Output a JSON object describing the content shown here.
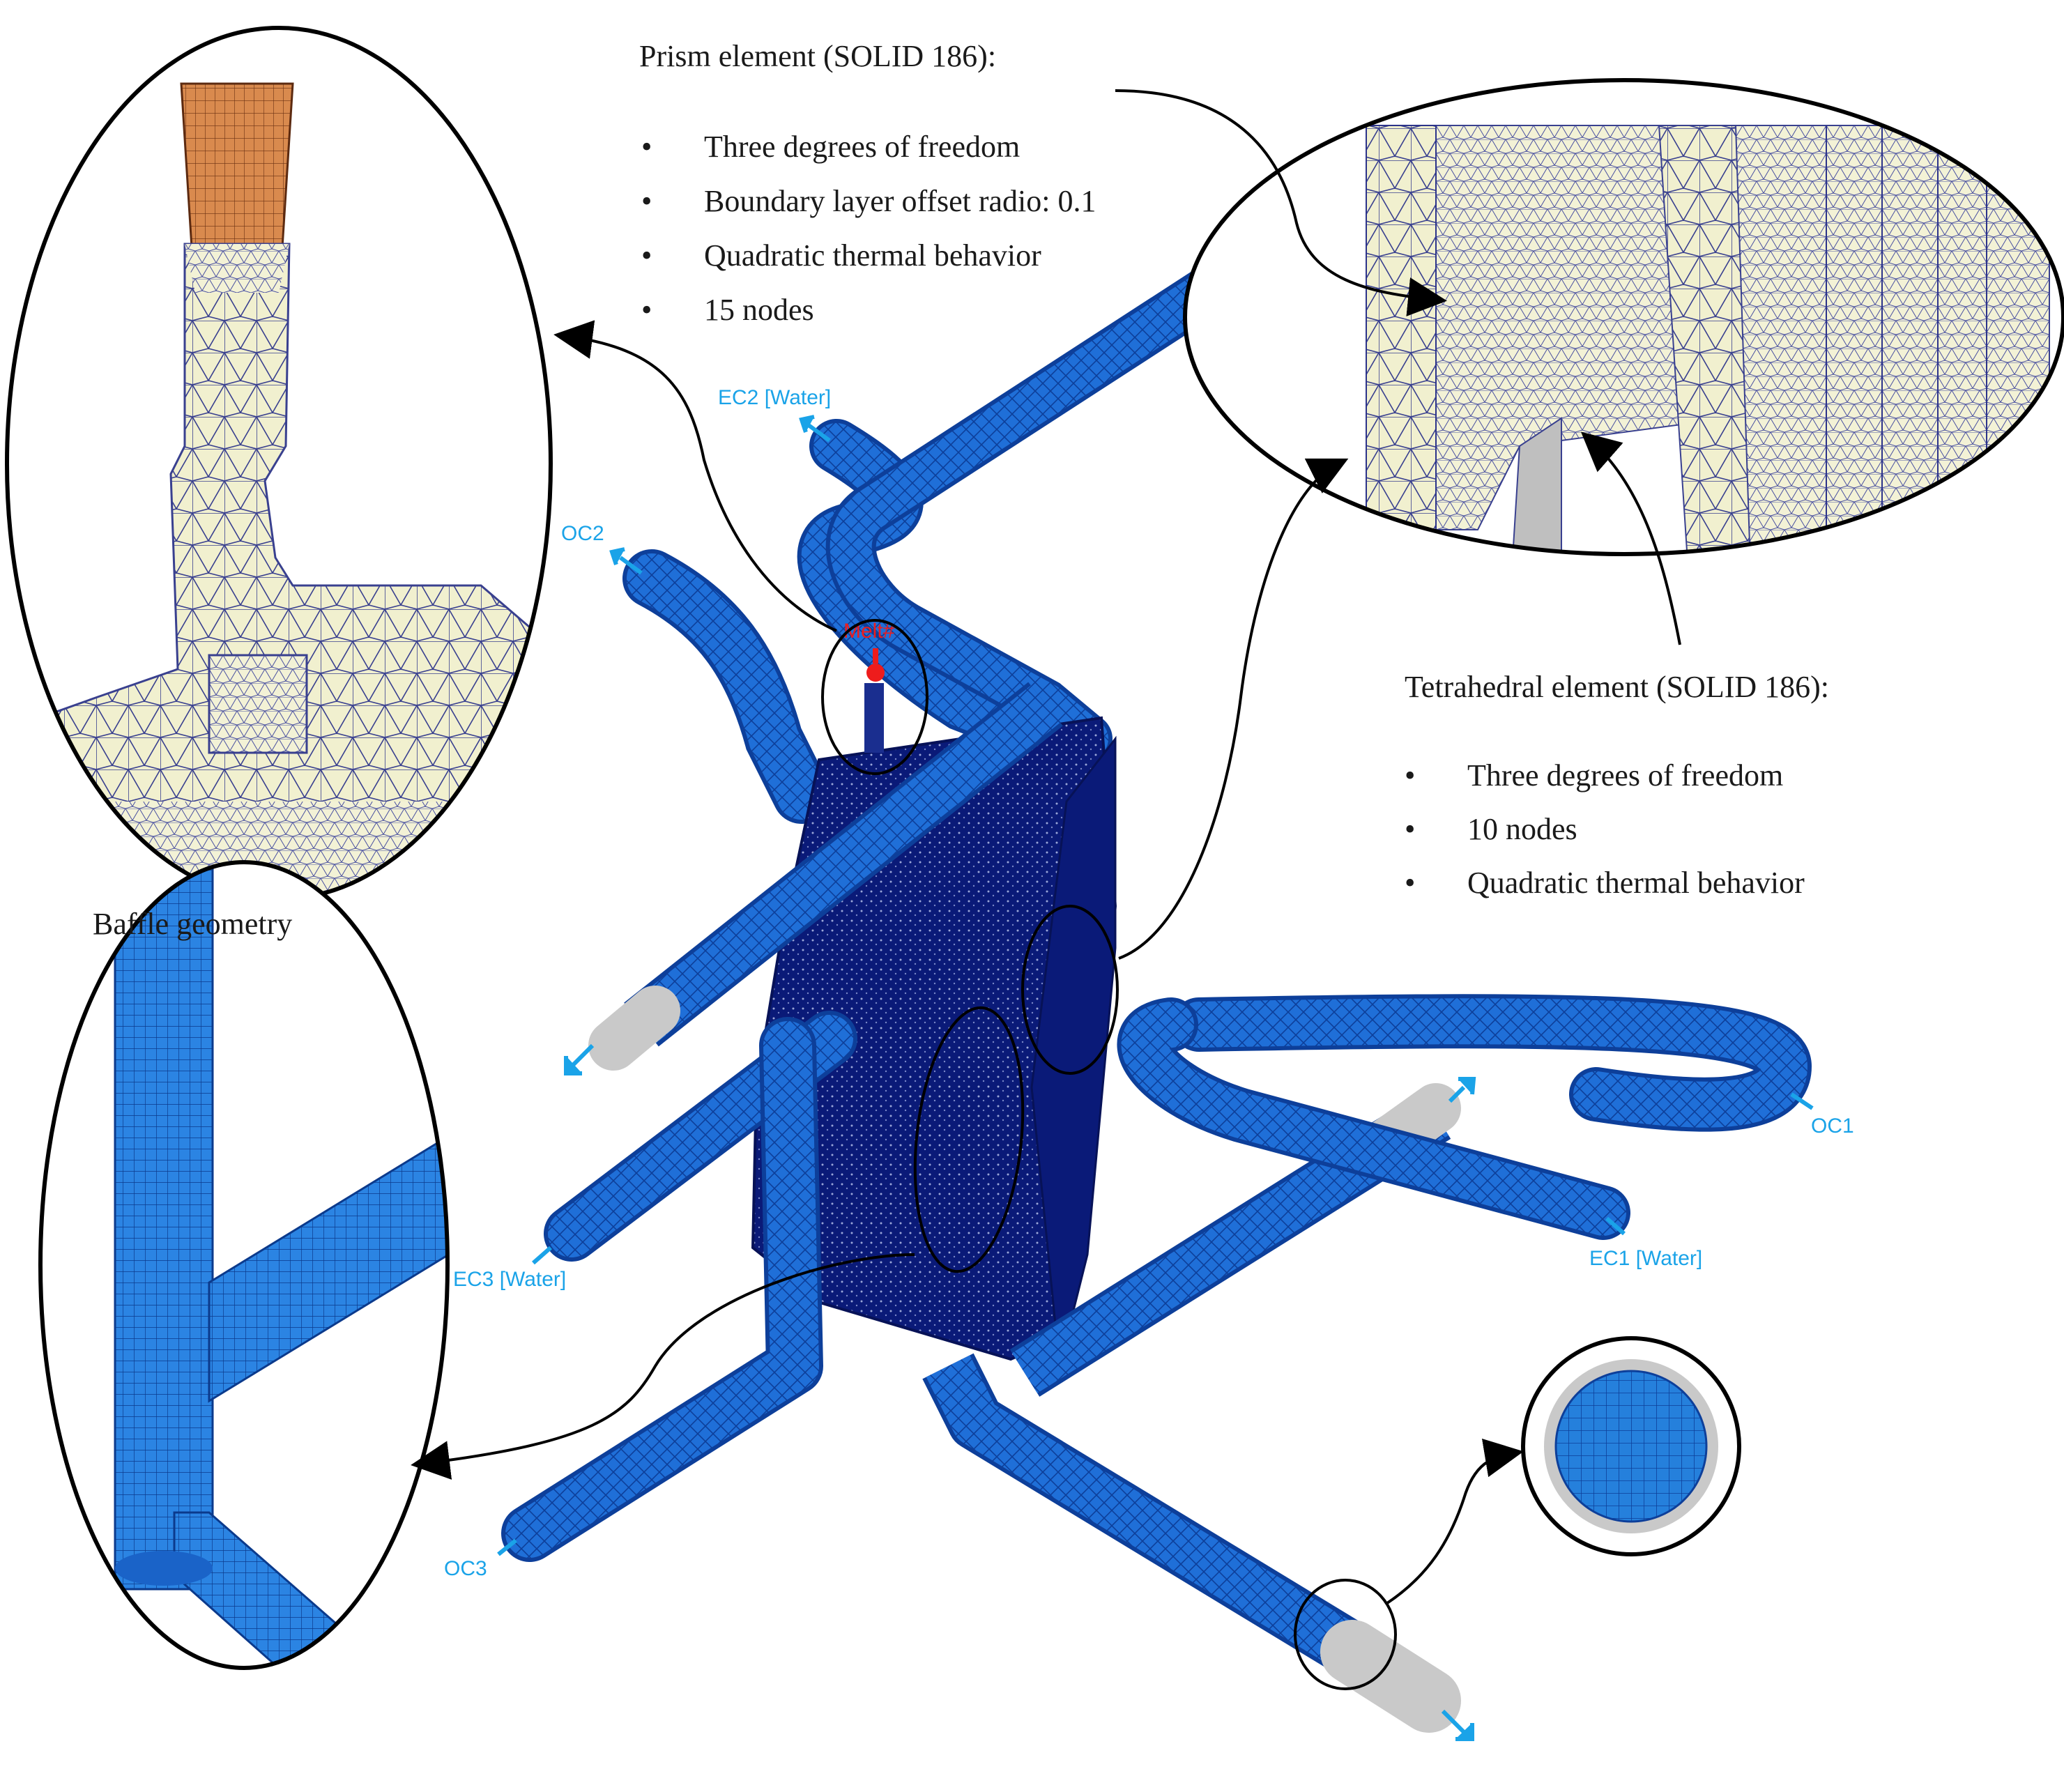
{
  "prism_block": {
    "title": "Prism element (SOLID 186):",
    "bullets": [
      "Three degrees of freedom",
      "Boundary layer offset radio: 0.1",
      "Quadratic thermal behavior",
      "15 nodes"
    ]
  },
  "tetra_block": {
    "title": "Tetrahedral element (SOLID 186):",
    "bullets": [
      "Three degrees of freedom",
      "10 nodes",
      "Quadratic thermal behavior"
    ]
  },
  "baffle_label": "Baffle geometry",
  "bullet_char": "•",
  "ports": {
    "ec2": "EC2 [Water]",
    "oc2": "OC2",
    "melt": "Melt#",
    "oc1": "OC1",
    "ec1": "EC1 [Water]",
    "ec3": "EC3 [Water]",
    "oc3": "OC3"
  },
  "colors": {
    "pipe_blue": "#1f6fd8",
    "pipe_edge": "#0d3f9a",
    "mold_navy": "#0a1a78",
    "port_cyan": "#1aa3e8",
    "melt_red": "#ee1c1c",
    "mesh_cream": "#f1f0cf",
    "mesh_line": "#39408f",
    "nozzle_orange": "#d98a4e",
    "cap_grey": "#c9c9c9"
  }
}
